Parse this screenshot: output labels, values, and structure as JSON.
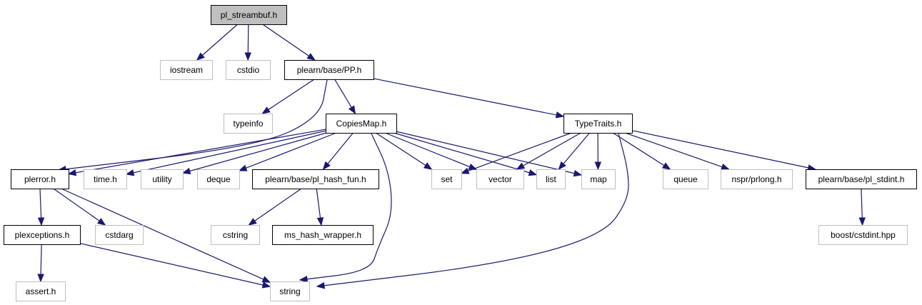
{
  "colors": {
    "edge": "#191970",
    "documented_border": "#000000",
    "external_border": "#bfbfbf",
    "root_fill": "#bfbfbf",
    "node_fill": "#ffffff"
  },
  "nodes": {
    "pl_streambuf": {
      "label": "pl_streambuf.h",
      "kind": "root"
    },
    "iostream": {
      "label": "iostream",
      "kind": "external"
    },
    "cstdio": {
      "label": "cstdio",
      "kind": "external"
    },
    "pp": {
      "label": "plearn/base/PP.h",
      "kind": "documented"
    },
    "typeinfo": {
      "label": "typeinfo",
      "kind": "external"
    },
    "copiesmap": {
      "label": "CopiesMap.h",
      "kind": "documented"
    },
    "typetraits": {
      "label": "TypeTraits.h",
      "kind": "documented"
    },
    "plerror": {
      "label": "plerror.h",
      "kind": "documented"
    },
    "time": {
      "label": "time.h",
      "kind": "external"
    },
    "utility": {
      "label": "utility",
      "kind": "external"
    },
    "deque": {
      "label": "deque",
      "kind": "external"
    },
    "pl_hash_fun": {
      "label": "plearn/base/pl_hash_fun.h",
      "kind": "documented"
    },
    "set": {
      "label": "set",
      "kind": "external"
    },
    "vector": {
      "label": "vector",
      "kind": "external"
    },
    "list": {
      "label": "list",
      "kind": "external"
    },
    "map": {
      "label": "map",
      "kind": "external"
    },
    "queue": {
      "label": "queue",
      "kind": "external"
    },
    "prlong": {
      "label": "nspr/prlong.h",
      "kind": "external"
    },
    "pl_stdint": {
      "label": "plearn/base/pl_stdint.h",
      "kind": "documented"
    },
    "plexceptions": {
      "label": "plexceptions.h",
      "kind": "documented"
    },
    "cstdarg": {
      "label": "cstdarg",
      "kind": "external"
    },
    "cstring": {
      "label": "cstring",
      "kind": "external"
    },
    "ms_hash_wrapper": {
      "label": "ms_hash_wrapper.h",
      "kind": "documented"
    },
    "boost_cstdint": {
      "label": "boost/cstdint.hpp",
      "kind": "external"
    },
    "assert": {
      "label": "assert.h",
      "kind": "external"
    },
    "string": {
      "label": "string",
      "kind": "external"
    }
  },
  "edges": [
    [
      "pl_streambuf",
      "iostream"
    ],
    [
      "pl_streambuf",
      "cstdio"
    ],
    [
      "pl_streambuf",
      "pp"
    ],
    [
      "pp",
      "typeinfo"
    ],
    [
      "pp",
      "copiesmap"
    ],
    [
      "pp",
      "typetraits"
    ],
    [
      "pp",
      "plerror"
    ],
    [
      "copiesmap",
      "plerror"
    ],
    [
      "copiesmap",
      "time"
    ],
    [
      "copiesmap",
      "utility"
    ],
    [
      "copiesmap",
      "deque"
    ],
    [
      "copiesmap",
      "pl_hash_fun"
    ],
    [
      "copiesmap",
      "set"
    ],
    [
      "copiesmap",
      "vector"
    ],
    [
      "copiesmap",
      "list"
    ],
    [
      "copiesmap",
      "map"
    ],
    [
      "copiesmap",
      "string"
    ],
    [
      "typetraits",
      "set"
    ],
    [
      "typetraits",
      "vector"
    ],
    [
      "typetraits",
      "list"
    ],
    [
      "typetraits",
      "map"
    ],
    [
      "typetraits",
      "queue"
    ],
    [
      "typetraits",
      "prlong"
    ],
    [
      "typetraits",
      "pl_stdint"
    ],
    [
      "typetraits",
      "string"
    ],
    [
      "plerror",
      "plexceptions"
    ],
    [
      "plerror",
      "cstdarg"
    ],
    [
      "plerror",
      "string"
    ],
    [
      "pl_hash_fun",
      "cstring"
    ],
    [
      "pl_hash_fun",
      "ms_hash_wrapper"
    ],
    [
      "plexceptions",
      "assert"
    ],
    [
      "plexceptions",
      "string"
    ],
    [
      "pl_stdint",
      "boost_cstdint"
    ]
  ]
}
